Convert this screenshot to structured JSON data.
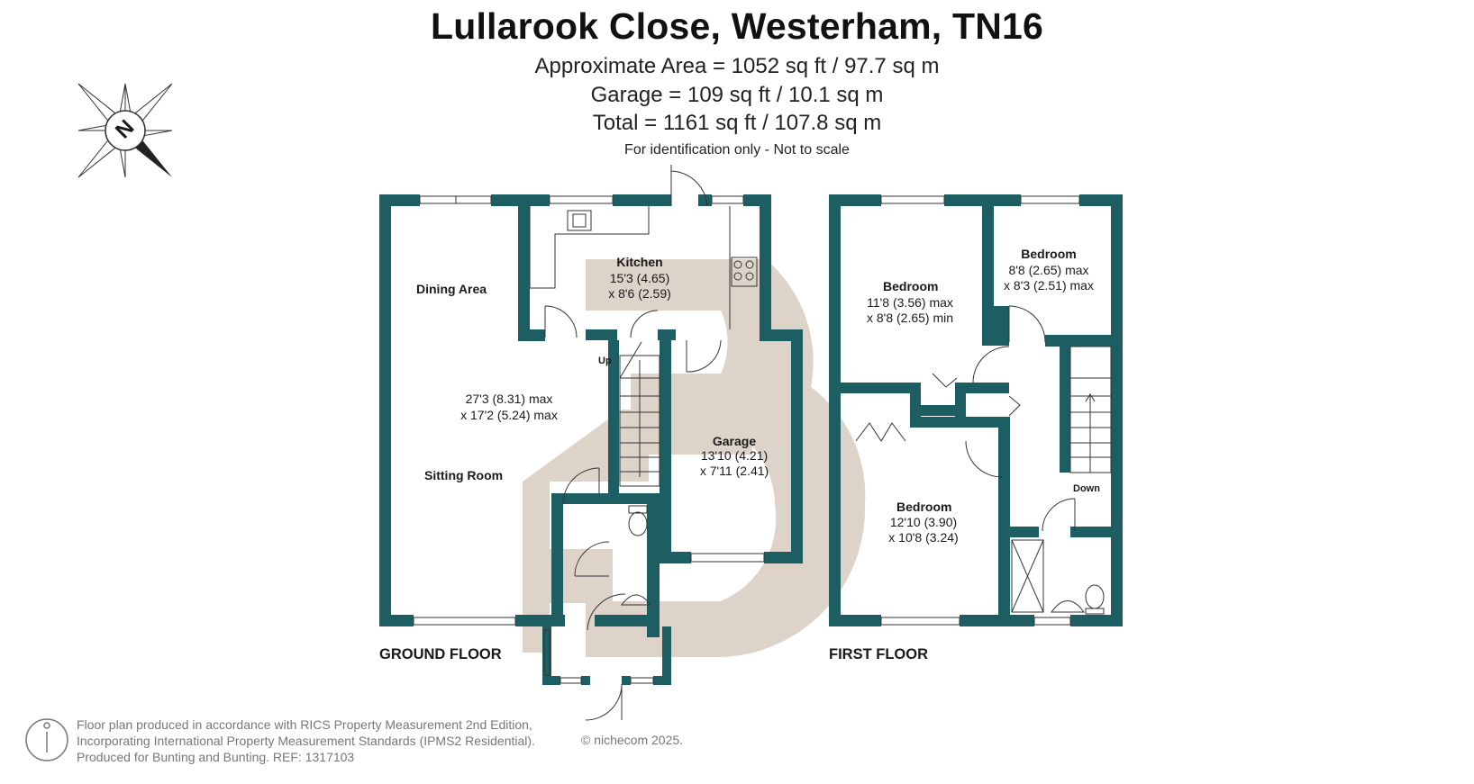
{
  "header": {
    "title": "Lullarook Close, Westerham, TN16",
    "area_line": "Approximate Area = 1052 sq ft / 97.7 sq m",
    "garage_line": "Garage = 109 sq ft / 10.1 sq m",
    "total_line": "Total = 1161 sq ft / 107.8 sq m",
    "note": "For identification only - Not to scale"
  },
  "compass": {
    "letter": "N",
    "icon": "compass-rose-icon"
  },
  "ground_floor": {
    "label": "GROUND FLOOR",
    "kitchen": {
      "name": "Kitchen",
      "dim1": "15'3 (4.65)",
      "dim2": "x 8'6 (2.59)"
    },
    "dining": {
      "name": "Dining Area"
    },
    "sitting": {
      "name": "Sitting Room",
      "dim1": "27'3 (8.31) max",
      "dim2": "x 17'2 (5.24) max"
    },
    "garage": {
      "name": "Garage",
      "dim1": "13'10 (4.21)",
      "dim2": "x 7'11 (2.41)"
    },
    "stairs_label": "Up"
  },
  "first_floor": {
    "label": "FIRST FLOOR",
    "bedroom1": {
      "name": "Bedroom",
      "dim1": "11'8 (3.56) max",
      "dim2": "x 8'8 (2.65) min"
    },
    "bedroom2": {
      "name": "Bedroom",
      "dim1": "8'8 (2.65) max",
      "dim2": "x 8'3 (2.51) max"
    },
    "bedroom3": {
      "name": "Bedroom",
      "dim1": "12'10 (3.90)",
      "dim2": "x 10'8  (3.24)"
    },
    "stairs_label": "Down"
  },
  "footer": {
    "line1": "Floor plan produced in accordance with RICS Property Measurement 2nd Edition,",
    "line2": "Incorporating International Property Measurement Standards (IPMS2 Residential).",
    "line3": "Produced for Bunting and Bunting.   REF:  1317103",
    "copyright": "© nichecom 2025."
  },
  "colors": {
    "wall": "#1c5e62",
    "watermark": "#ded3c9",
    "text": "#1a1a1a"
  }
}
